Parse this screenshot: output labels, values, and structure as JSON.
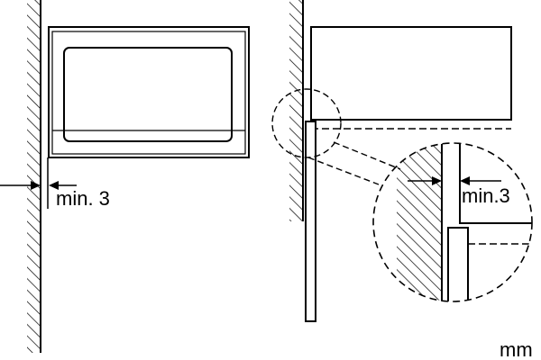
{
  "labels": {
    "left_dimension": "min. 3",
    "detail_dimension": "min.3",
    "unit": "mm"
  }
}
